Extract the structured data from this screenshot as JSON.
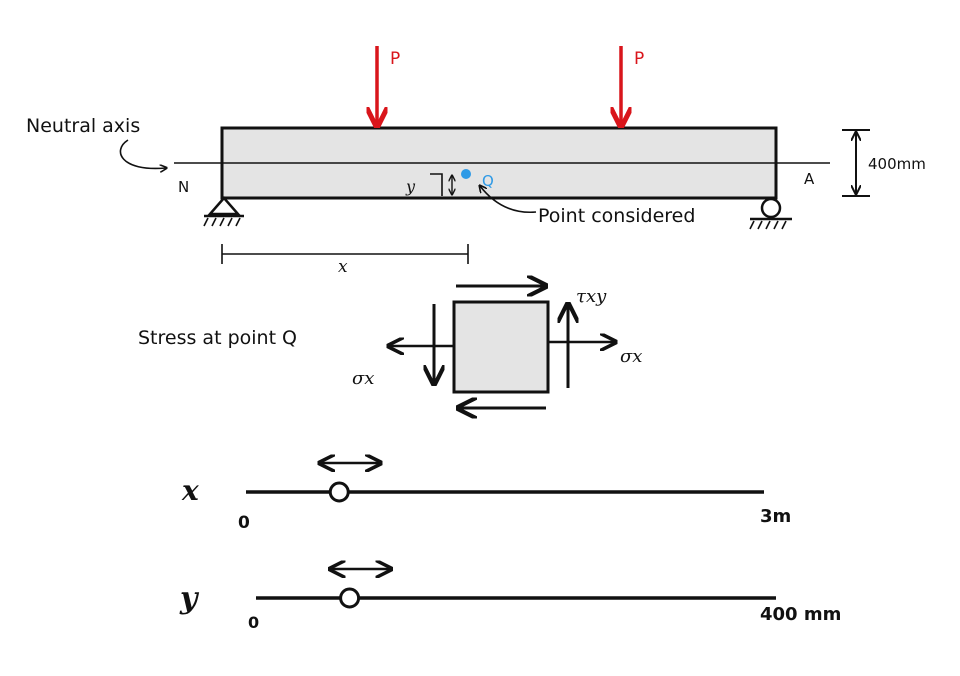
{
  "beam": {
    "neutral_axis_label": "Neutral axis",
    "left_end_label": "N",
    "right_end_label": "A",
    "load_label_1": "P",
    "load_label_2": "P",
    "point_label": "Q",
    "point_callout": "Point considered",
    "y_label": "y",
    "x_label": "x",
    "depth_label": "400mm",
    "point_color": "#2e9ae6",
    "load_color": "#d9151b",
    "beam_fill": "#e4e4e4"
  },
  "stress_element": {
    "title": "Stress at point Q",
    "sigma_left": "σx",
    "sigma_right": "σx",
    "tau_label": "τxy"
  },
  "sliders": [
    {
      "name": "x",
      "min_label": "0",
      "max_label": "3m",
      "value_fraction": 0.18
    },
    {
      "name": "y",
      "min_label": "0",
      "max_label": "400 mm",
      "value_fraction": 0.18
    }
  ]
}
